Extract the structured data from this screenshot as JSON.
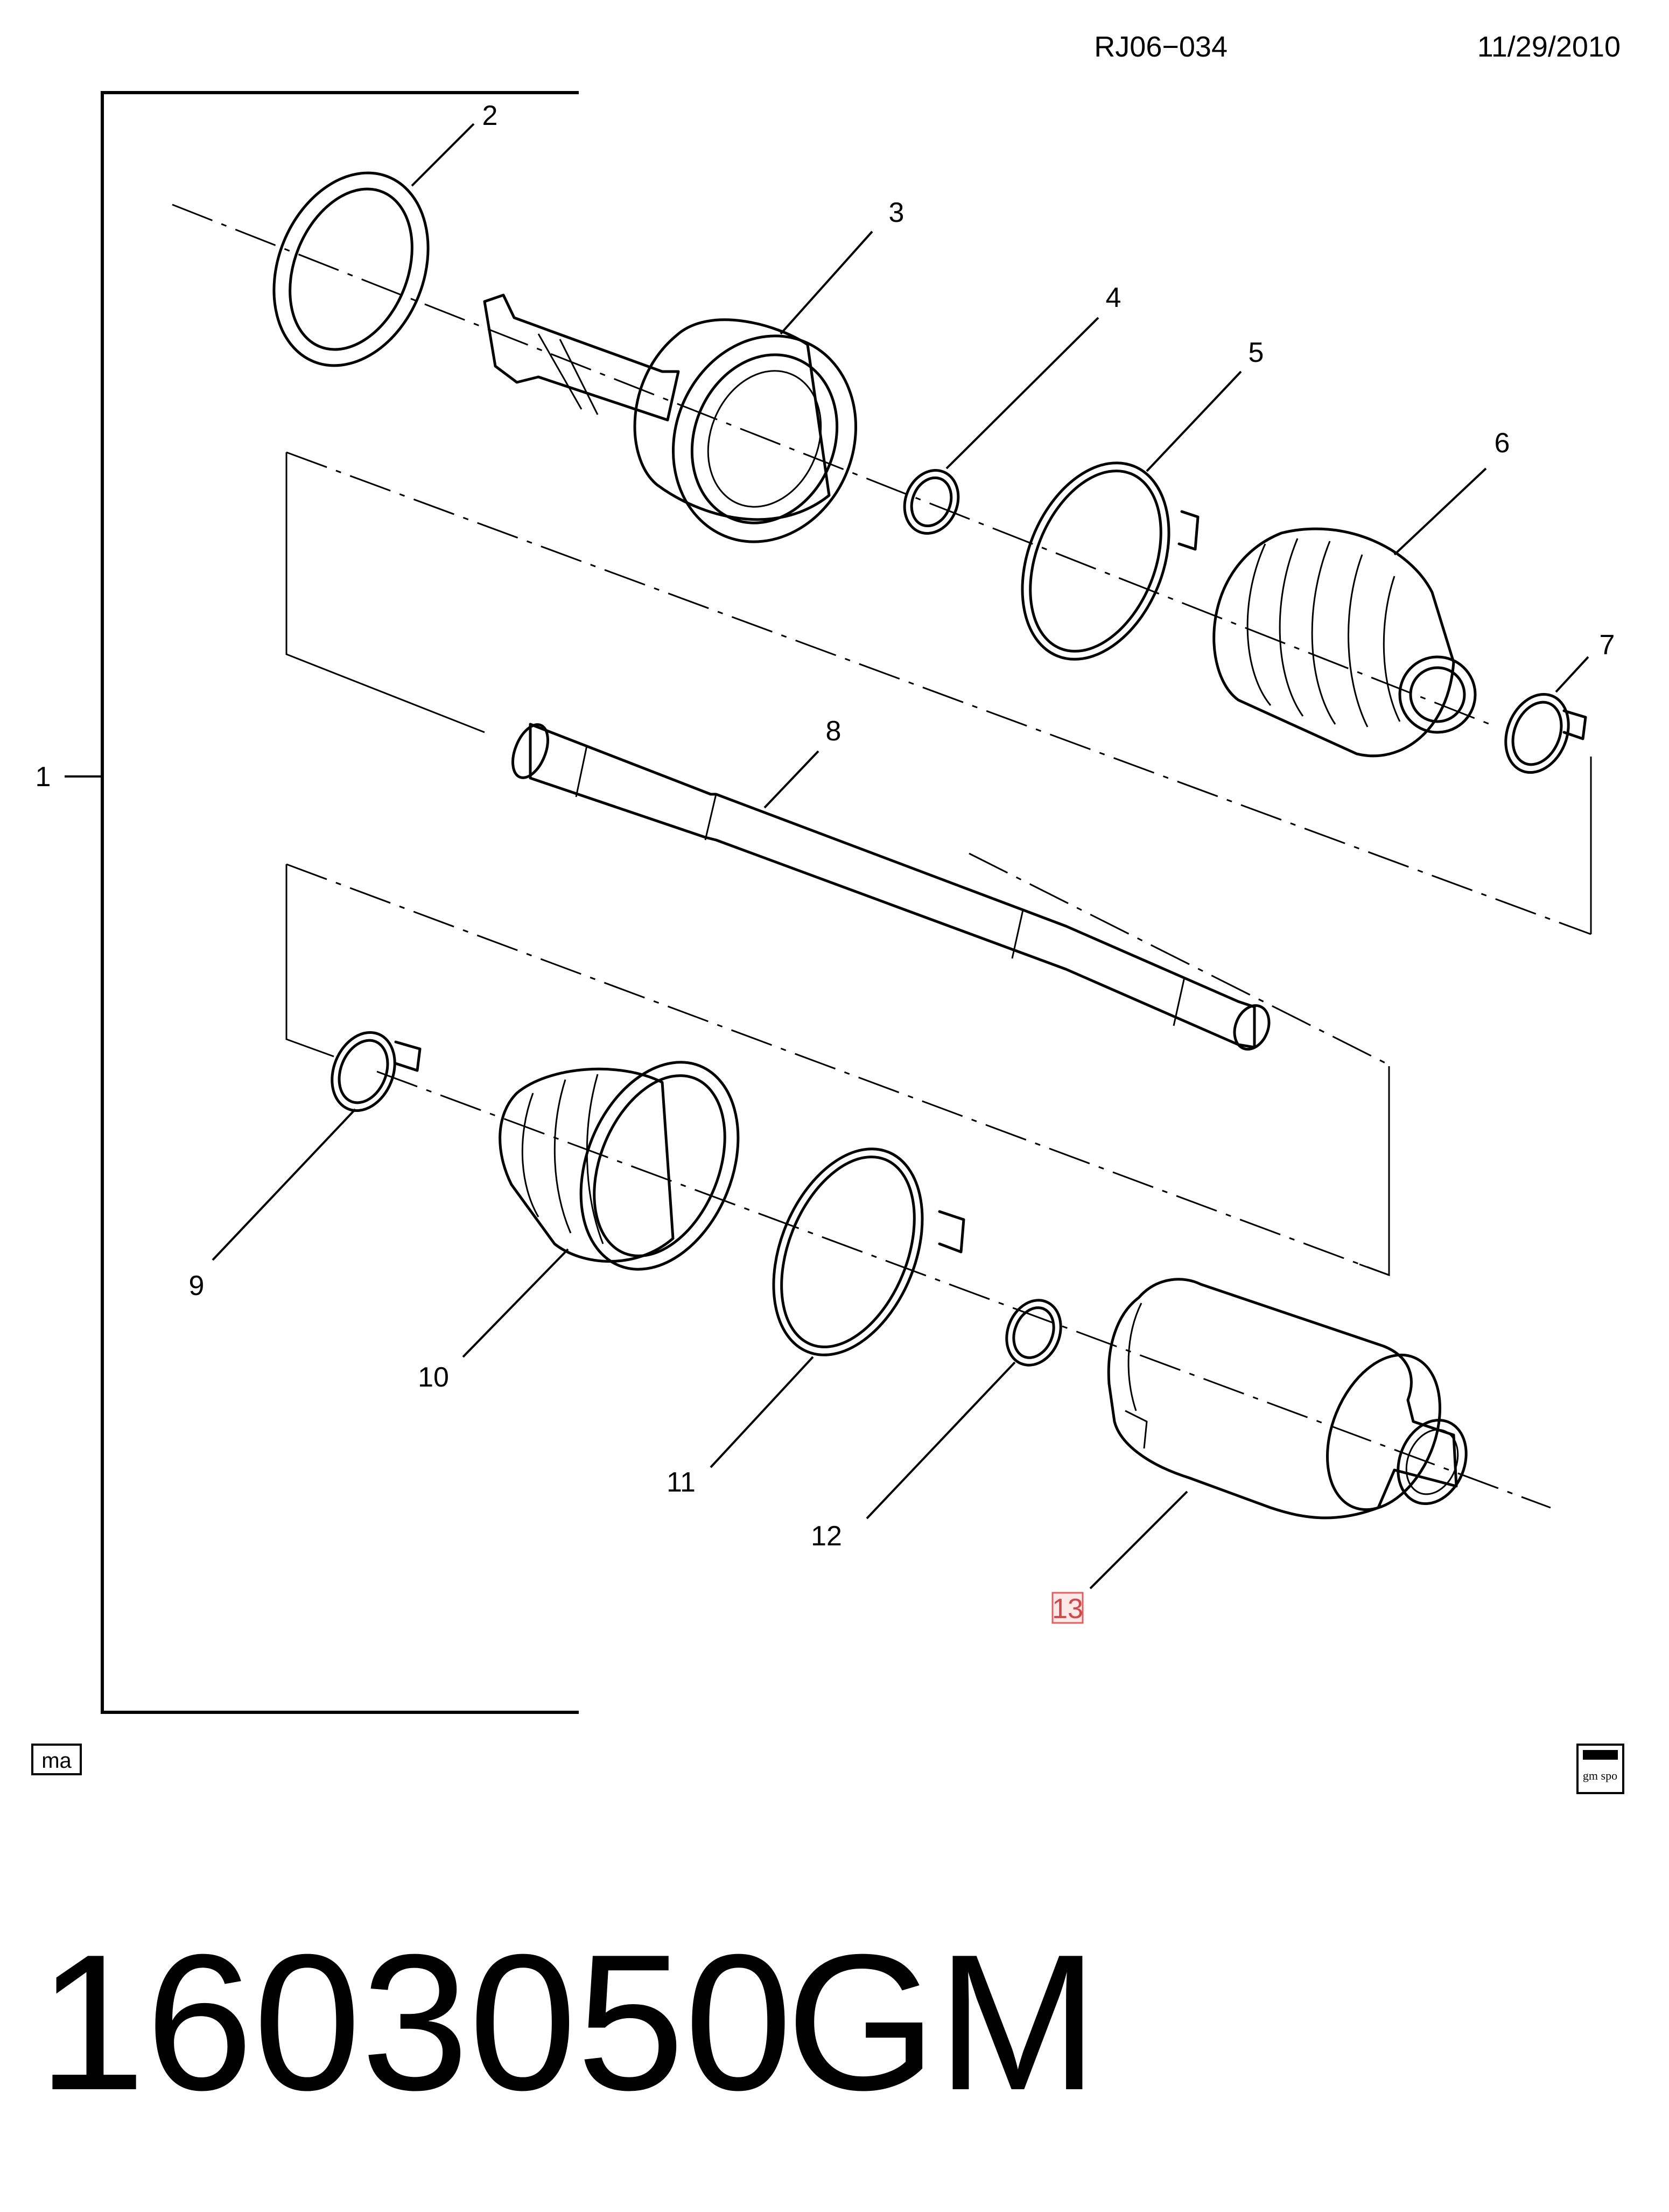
{
  "header": {
    "code": "RJ06−034",
    "date": "11/29/2010"
  },
  "callouts": [
    {
      "id": "1",
      "label": "1"
    },
    {
      "id": "2",
      "label": "2"
    },
    {
      "id": "3",
      "label": "3"
    },
    {
      "id": "4",
      "label": "4"
    },
    {
      "id": "5",
      "label": "5"
    },
    {
      "id": "6",
      "label": "6"
    },
    {
      "id": "7",
      "label": "7"
    },
    {
      "id": "8",
      "label": "8"
    },
    {
      "id": "9",
      "label": "9"
    },
    {
      "id": "10",
      "label": "10"
    },
    {
      "id": "11",
      "label": "11"
    },
    {
      "id": "12",
      "label": "12"
    },
    {
      "id": "13",
      "label": "13",
      "highlighted": true,
      "highlight_color": "#e06060"
    }
  ],
  "badges": {
    "left": "ma",
    "right_logo": "gm spo"
  },
  "footer": {
    "part_number": "1603050",
    "brand": "GM"
  }
}
